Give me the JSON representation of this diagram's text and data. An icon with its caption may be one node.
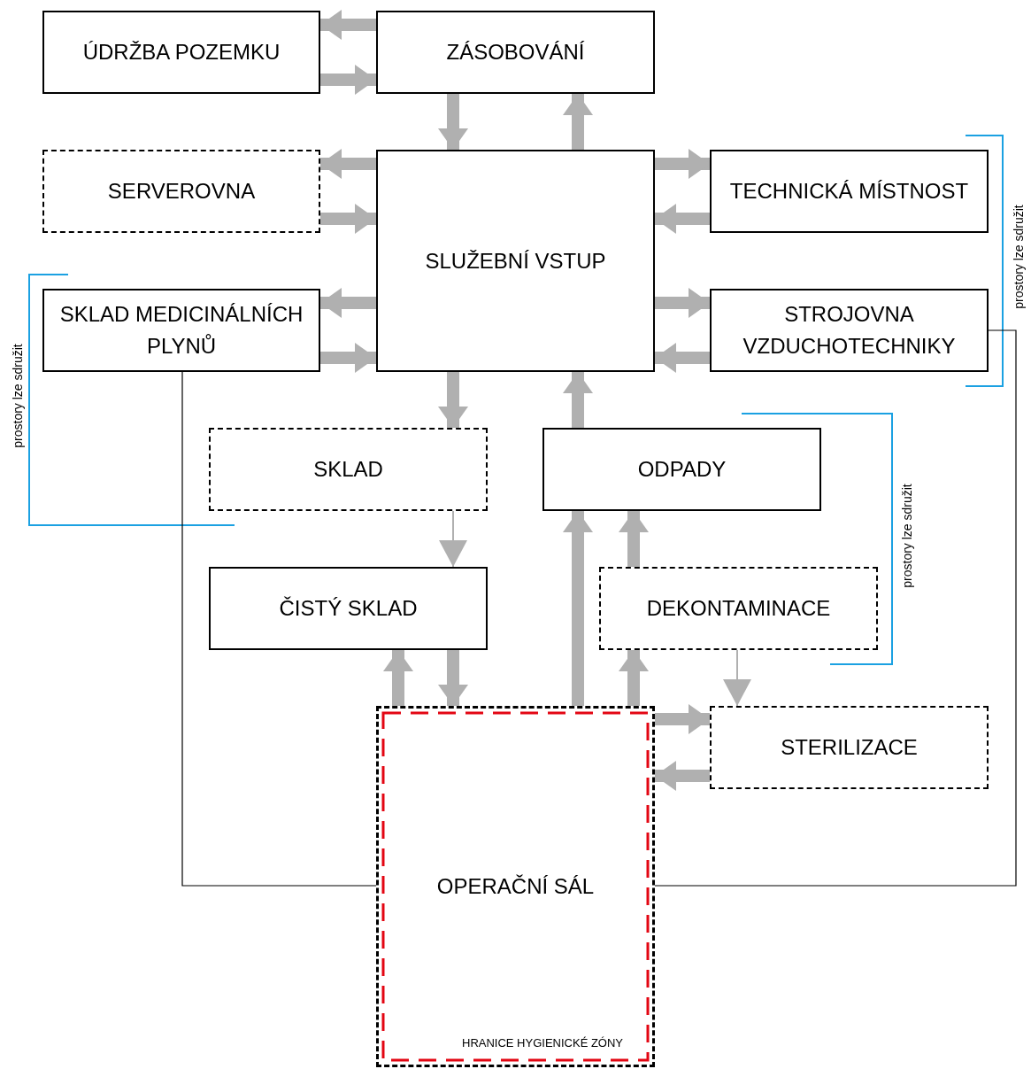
{
  "diagram": {
    "nodes": [
      {
        "text": [
          "ÚDRŽBA POZEMKU"
        ]
      },
      {
        "text": [
          "ZÁSOBOVÁNÍ"
        ]
      },
      {
        "text": [
          "SERVEROVNA"
        ]
      },
      {
        "text": [
          "SLUŽEBNÍ VSTUP"
        ]
      },
      {
        "text": [
          "TECHNICKÁ MÍSTNOST"
        ]
      },
      {
        "text": [
          "SKLAD MEDICINÁLNÍCH PLYNŮ"
        ]
      },
      {
        "text": [
          "STROJOVNA VZDUCHOTECHNIKY"
        ]
      },
      {
        "text": [
          "SKLAD"
        ]
      },
      {
        "text": [
          "ODPADY"
        ]
      },
      {
        "text": [
          "ČISTÝ SKLAD"
        ]
      },
      {
        "text": [
          "DEKONTAMINACE"
        ]
      },
      {
        "text": [
          "STERILIZACE"
        ]
      },
      {
        "text": [
          "OPERAČNÍ SÁL"
        ]
      }
    ],
    "edges": [
      {
        "from": 1,
        "to": 0,
        "arrow": "to"
      },
      {
        "from": 0,
        "to": 1,
        "arrow": "to"
      },
      {
        "from": 1,
        "to": 3,
        "arrow": "to"
      },
      {
        "from": 3,
        "to": 1,
        "arrow": "to"
      },
      {
        "from": 3,
        "to": 2,
        "arrow": "to"
      },
      {
        "from": 2,
        "to": 3,
        "arrow": "to"
      },
      {
        "from": 3,
        "to": 4,
        "arrow": "to"
      },
      {
        "from": 4,
        "to": 3,
        "arrow": "to"
      },
      {
        "from": 3,
        "to": 5,
        "arrow": "to"
      },
      {
        "from": 5,
        "to": 3,
        "arrow": "to"
      },
      {
        "from": 3,
        "to": 6,
        "arrow": "to"
      },
      {
        "from": 6,
        "to": 3,
        "arrow": "to"
      },
      {
        "from": 3,
        "to": 7,
        "arrow": "to"
      },
      {
        "from": 8,
        "to": 3,
        "arrow": "to"
      },
      {
        "from": 7,
        "to": 9,
        "arrow": "to"
      },
      {
        "from": 12,
        "to": 9,
        "arrow": "to"
      },
      {
        "from": 9,
        "to": 12,
        "arrow": "to"
      },
      {
        "from": 12,
        "to": 8,
        "arrow": "to"
      },
      {
        "from": 10,
        "to": 8,
        "arrow": "to"
      },
      {
        "from": 12,
        "to": 10,
        "arrow": "to"
      },
      {
        "from": 10,
        "to": 11,
        "arrow": "to"
      },
      {
        "from": 12,
        "to": 11,
        "arrow": "to"
      },
      {
        "from": 11,
        "to": 12,
        "arrow": "to"
      },
      {
        "from": 5,
        "to": 12,
        "arrow": "none",
        "color": "#000000"
      },
      {
        "from": 6,
        "to": 12,
        "arrow": "none",
        "color": "#000000"
      }
    ],
    "labels": [
      "prostory lze sdružit",
      "prostory lze sdružit",
      "prostory lze sdružit",
      "HRANICE HYGIENICKÉ ZÓNY"
    ]
  }
}
